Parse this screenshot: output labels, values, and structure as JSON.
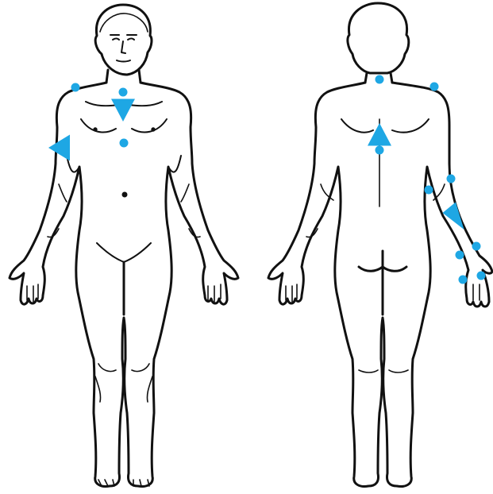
{
  "figure": {
    "accent_color": "#1ea7e4",
    "outline_color": "#111111",
    "background_color": "#ffffff",
    "front_markers": [
      {
        "id": "front-left-shoulder",
        "shape": "dot"
      },
      {
        "id": "front-sternum-top",
        "shape": "dot"
      },
      {
        "id": "front-sternum-arrow",
        "shape": "triangle-down"
      },
      {
        "id": "front-sternum-mid",
        "shape": "dot"
      },
      {
        "id": "front-left-arm-arrow",
        "shape": "triangle-left"
      }
    ],
    "back_markers": [
      {
        "id": "back-upper-spine",
        "shape": "dot"
      },
      {
        "id": "back-right-shoulder",
        "shape": "dot"
      },
      {
        "id": "back-spine-arrow",
        "shape": "triangle-up"
      },
      {
        "id": "back-mid-spine",
        "shape": "dot"
      },
      {
        "id": "back-elbow-outer",
        "shape": "dot"
      },
      {
        "id": "back-elbow-inner",
        "shape": "dot"
      },
      {
        "id": "back-forearm-arrow",
        "shape": "triangle-down-right"
      },
      {
        "id": "back-wrist-outer",
        "shape": "dot"
      },
      {
        "id": "back-wrist-inner",
        "shape": "dot"
      },
      {
        "id": "back-finger-1",
        "shape": "dot"
      },
      {
        "id": "back-finger-2",
        "shape": "dot"
      }
    ]
  }
}
